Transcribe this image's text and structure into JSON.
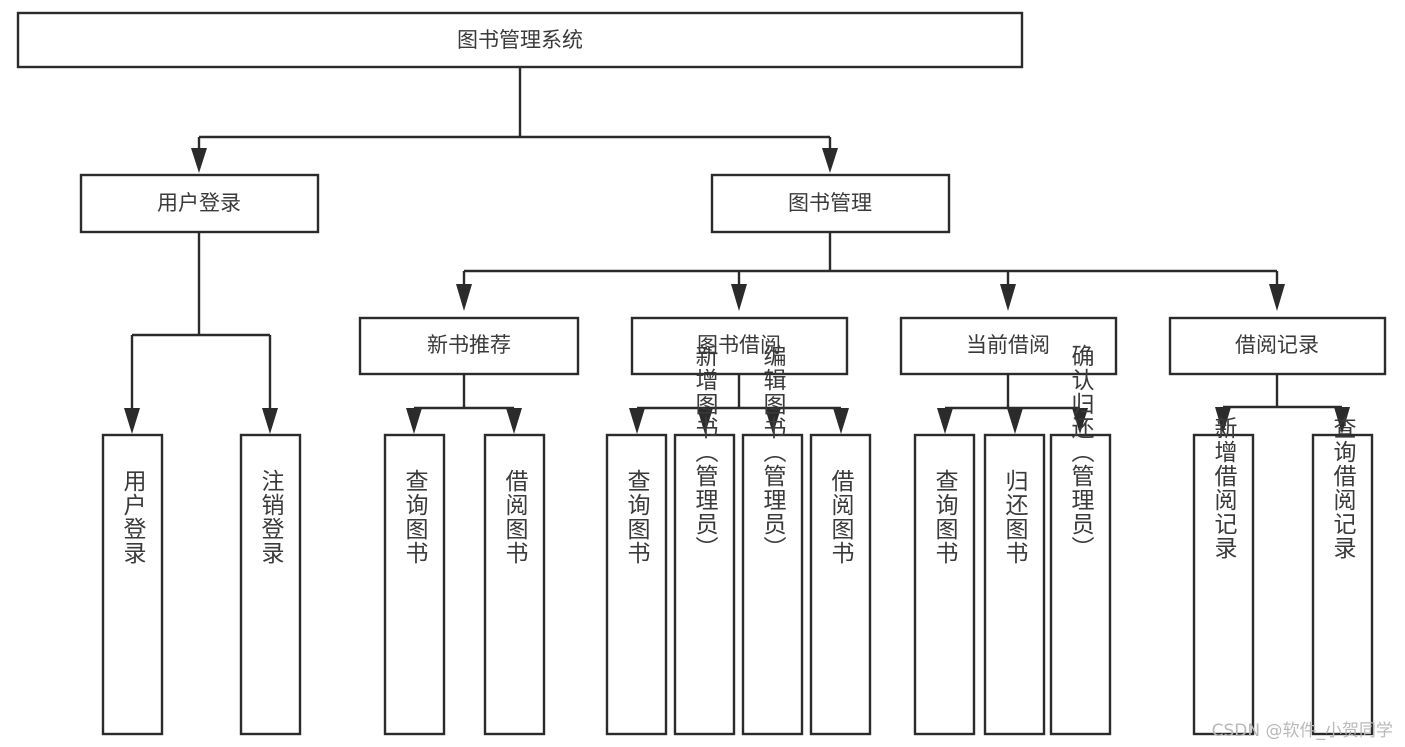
{
  "diagram": {
    "type": "tree",
    "title": "图书管理系统",
    "root": {
      "id": "root",
      "label": "图书管理系统",
      "orientation": "horizontal"
    },
    "level1": [
      {
        "id": "user-login",
        "label": "用户登录",
        "orientation": "horizontal"
      },
      {
        "id": "book-manage",
        "label": "图书管理",
        "orientation": "horizontal"
      }
    ],
    "level2": [
      {
        "id": "new-book-recommend",
        "label": "新书推荐",
        "parent": "book-manage",
        "orientation": "horizontal"
      },
      {
        "id": "book-borrow",
        "label": "图书借阅",
        "parent": "book-manage",
        "orientation": "horizontal"
      },
      {
        "id": "current-borrow",
        "label": "当前借阅",
        "parent": "book-manage",
        "orientation": "horizontal"
      },
      {
        "id": "borrow-record",
        "label": "借阅记录",
        "parent": "book-manage",
        "orientation": "horizontal"
      }
    ],
    "leaves": [
      {
        "id": "leaf-user-login",
        "label": "用户登录",
        "parent": "user-login",
        "orientation": "vertical"
      },
      {
        "id": "leaf-user-logout",
        "label": "注销登录",
        "parent": "user-login",
        "orientation": "vertical"
      },
      {
        "id": "leaf-query-book-1",
        "label": "查询图书",
        "parent": "new-book-recommend",
        "orientation": "vertical"
      },
      {
        "id": "leaf-borrow-book-1",
        "label": "借阅图书",
        "parent": "new-book-recommend",
        "orientation": "vertical"
      },
      {
        "id": "leaf-query-book-2",
        "label": "查询图书",
        "parent": "book-borrow",
        "orientation": "vertical"
      },
      {
        "id": "leaf-add-book",
        "label": "新增图书（管理员）",
        "parent": "book-borrow",
        "orientation": "vertical"
      },
      {
        "id": "leaf-edit-book",
        "label": "编辑图书（管理员）",
        "parent": "book-borrow",
        "orientation": "vertical"
      },
      {
        "id": "leaf-borrow-book-2",
        "label": "借阅图书",
        "parent": "book-borrow",
        "orientation": "vertical"
      },
      {
        "id": "leaf-query-book-3",
        "label": "查询图书",
        "parent": "current-borrow",
        "orientation": "vertical"
      },
      {
        "id": "leaf-return-book",
        "label": "归还图书",
        "parent": "current-borrow",
        "orientation": "vertical"
      },
      {
        "id": "leaf-confirm-return",
        "label": "确认归还（管理员）",
        "parent": "current-borrow",
        "orientation": "vertical"
      },
      {
        "id": "leaf-add-record",
        "label": "新增借阅记录",
        "parent": "borrow-record",
        "orientation": "vertical"
      },
      {
        "id": "leaf-query-record",
        "label": "查询借阅记录",
        "parent": "borrow-record",
        "orientation": "vertical"
      }
    ],
    "colors": {
      "stroke": "#2b2b2b",
      "fill": "#ffffff",
      "text": "#3a3a3a",
      "watermark": "#b9b9b9",
      "background": "#ffffff"
    }
  },
  "watermark": {
    "text": "CSDN @软件_小贺同学"
  }
}
